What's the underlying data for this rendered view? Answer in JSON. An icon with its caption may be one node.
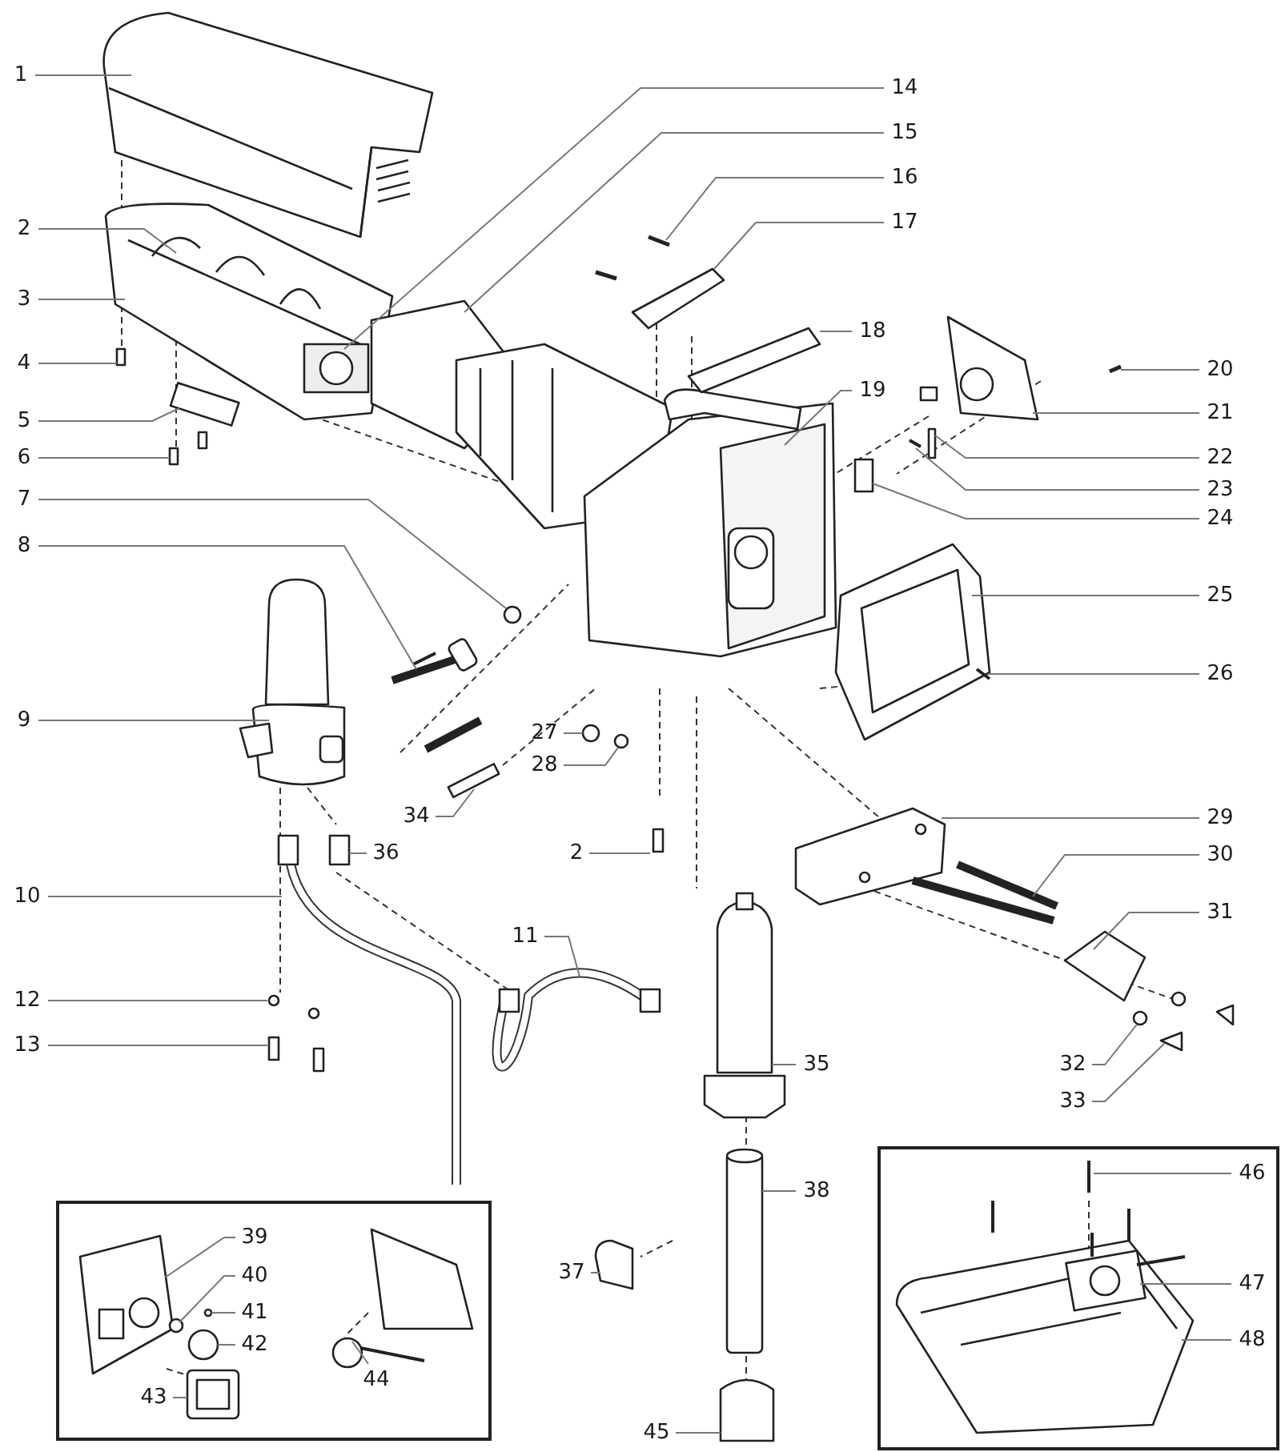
{
  "diagram": {
    "nodes": [
      {
        "text": [
          "1"
        ]
      },
      {
        "text": [
          "2"
        ]
      },
      {
        "text": [
          "3"
        ]
      },
      {
        "text": [
          "4"
        ]
      },
      {
        "text": [
          "5"
        ]
      },
      {
        "text": [
          "6"
        ]
      },
      {
        "text": [
          "7"
        ]
      },
      {
        "text": [
          "8"
        ]
      },
      {
        "text": [
          "9"
        ]
      },
      {
        "text": [
          "10"
        ]
      },
      {
        "text": [
          "11"
        ]
      },
      {
        "text": [
          "12"
        ]
      },
      {
        "text": [
          "13"
        ]
      },
      {
        "text": [
          "14"
        ]
      },
      {
        "text": [
          "15"
        ]
      },
      {
        "text": [
          "16"
        ]
      },
      {
        "text": [
          "17"
        ]
      },
      {
        "text": [
          "18"
        ]
      },
      {
        "text": [
          "19"
        ]
      },
      {
        "text": [
          "20"
        ]
      },
      {
        "text": [
          "21"
        ]
      },
      {
        "text": [
          "22"
        ]
      },
      {
        "text": [
          "23"
        ]
      },
      {
        "text": [
          "24"
        ]
      },
      {
        "text": [
          "25"
        ]
      },
      {
        "text": [
          "26"
        ]
      },
      {
        "text": [
          "27"
        ]
      },
      {
        "text": [
          "28"
        ]
      },
      {
        "text": [
          "29"
        ]
      },
      {
        "text": [
          "30"
        ]
      },
      {
        "text": [
          "31"
        ]
      },
      {
        "text": [
          "32"
        ]
      },
      {
        "text": [
          "33"
        ]
      },
      {
        "text": [
          "34"
        ]
      },
      {
        "text": [
          "35"
        ]
      },
      {
        "text": [
          "36"
        ]
      },
      {
        "text": [
          "2"
        ]
      },
      {
        "text": [
          "37"
        ]
      },
      {
        "text": [
          "38"
        ]
      },
      {
        "text": [],
        "shape": "box"
      },
      {
        "text": [
          "39"
        ],
        "in": 39
      },
      {
        "text": [
          "40"
        ],
        "in": 39
      },
      {
        "text": [
          "41"
        ],
        "in": 39
      },
      {
        "text": [
          "42"
        ],
        "in": 39
      },
      {
        "text": [
          "43"
        ],
        "in": 39
      },
      {
        "text": [
          "44"
        ],
        "in": 39
      },
      {
        "text": [
          "45"
        ]
      },
      {
        "text": [],
        "shape": "box"
      },
      {
        "text": [
          "46"
        ],
        "in": 47
      },
      {
        "text": [
          "47"
        ],
        "in": 47
      },
      {
        "text": [
          "48"
        ],
        "in": 47
      }
    ],
    "edges": [
      {
        "from": 0,
        "to": null,
        "arrow": "none"
      },
      {
        "from": 1,
        "to": null,
        "arrow": "none"
      },
      {
        "from": 2,
        "to": null,
        "arrow": "none"
      },
      {
        "from": 3,
        "to": null,
        "arrow": "none"
      },
      {
        "from": 4,
        "to": null,
        "arrow": "none"
      },
      {
        "from": 5,
        "to": null,
        "arrow": "none"
      },
      {
        "from": 6,
        "to": null,
        "arrow": "none"
      },
      {
        "from": 7,
        "to": null,
        "arrow": "none"
      },
      {
        "from": 8,
        "to": null,
        "arrow": "none"
      },
      {
        "from": 9,
        "to": null,
        "arrow": "none"
      },
      {
        "from": 10,
        "to": null,
        "arrow": "none"
      },
      {
        "from": 11,
        "to": null,
        "arrow": "none"
      },
      {
        "from": 12,
        "to": null,
        "arrow": "none"
      },
      {
        "from": 13,
        "to": null,
        "arrow": "none"
      },
      {
        "from": 14,
        "to": null,
        "arrow": "none"
      },
      {
        "from": 15,
        "to": null,
        "arrow": "none"
      },
      {
        "from": 16,
        "to": null,
        "arrow": "none"
      },
      {
        "from": 17,
        "to": null,
        "arrow": "none"
      },
      {
        "from": 18,
        "to": null,
        "arrow": "none"
      },
      {
        "from": 19,
        "to": null,
        "arrow": "none"
      },
      {
        "from": 20,
        "to": null,
        "arrow": "none"
      },
      {
        "from": 21,
        "to": null,
        "arrow": "none"
      },
      {
        "from": 22,
        "to": null,
        "arrow": "none"
      },
      {
        "from": 23,
        "to": null,
        "arrow": "none"
      },
      {
        "from": 24,
        "to": null,
        "arrow": "none"
      },
      {
        "from": 25,
        "to": null,
        "arrow": "none"
      },
      {
        "from": 26,
        "to": null,
        "arrow": "none"
      },
      {
        "from": 27,
        "to": null,
        "arrow": "none"
      },
      {
        "from": 28,
        "to": null,
        "arrow": "none"
      },
      {
        "from": 29,
        "to": null,
        "arrow": "none"
      },
      {
        "from": 30,
        "to": null,
        "arrow": "none"
      },
      {
        "from": 31,
        "to": null,
        "arrow": "none"
      },
      {
        "from": 32,
        "to": null,
        "arrow": "none"
      },
      {
        "from": 33,
        "to": null,
        "arrow": "none"
      },
      {
        "from": 34,
        "to": null,
        "arrow": "none"
      },
      {
        "from": 35,
        "to": null,
        "arrow": "none"
      },
      {
        "from": 36,
        "to": null,
        "arrow": "none"
      },
      {
        "from": 37,
        "to": null,
        "arrow": "none"
      },
      {
        "from": 38,
        "to": null,
        "arrow": "none"
      },
      {
        "from": 40,
        "to": null,
        "arrow": "none"
      },
      {
        "from": 41,
        "to": null,
        "arrow": "none"
      },
      {
        "from": 42,
        "to": null,
        "arrow": "none"
      },
      {
        "from": 43,
        "to": null,
        "arrow": "none"
      },
      {
        "from": 44,
        "to": null,
        "arrow": "none"
      },
      {
        "from": 45,
        "to": null,
        "arrow": "none"
      },
      {
        "from": 46,
        "to": null,
        "arrow": "none"
      },
      {
        "from": 48,
        "to": null,
        "arrow": "none"
      },
      {
        "from": 49,
        "to": null,
        "arrow": "none"
      },
      {
        "from": 50,
        "to": null,
        "arrow": "none"
      }
    ]
  }
}
